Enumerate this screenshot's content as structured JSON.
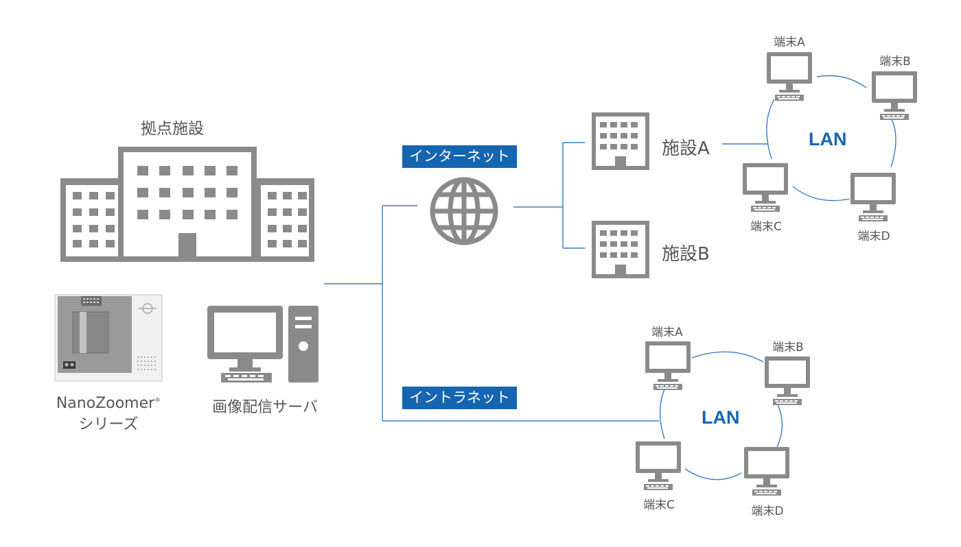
{
  "hq": {
    "label": "拠点施設"
  },
  "devices": {
    "scanner_line1": "NanoZoomer",
    "scanner_mark": "®",
    "scanner_line2": "シリーズ",
    "server": "画像配信サーバ"
  },
  "networks": {
    "internet": "インターネット",
    "intranet": "イントラネット"
  },
  "facilities": {
    "a": "施設A",
    "b": "施設B"
  },
  "lan": {
    "upper": {
      "label": "LAN",
      "terminals": [
        "端末A",
        "端末B",
        "端末C",
        "端末D"
      ]
    },
    "lower": {
      "label": "LAN",
      "terminals": [
        "端末A",
        "端末B",
        "端末C",
        "端末D"
      ]
    }
  },
  "colors": {
    "icon_gray": "#8a8a8a",
    "line_blue": "#3a7cc0",
    "badge_blue": "#1565b0",
    "lan_text": "#1565b0"
  }
}
